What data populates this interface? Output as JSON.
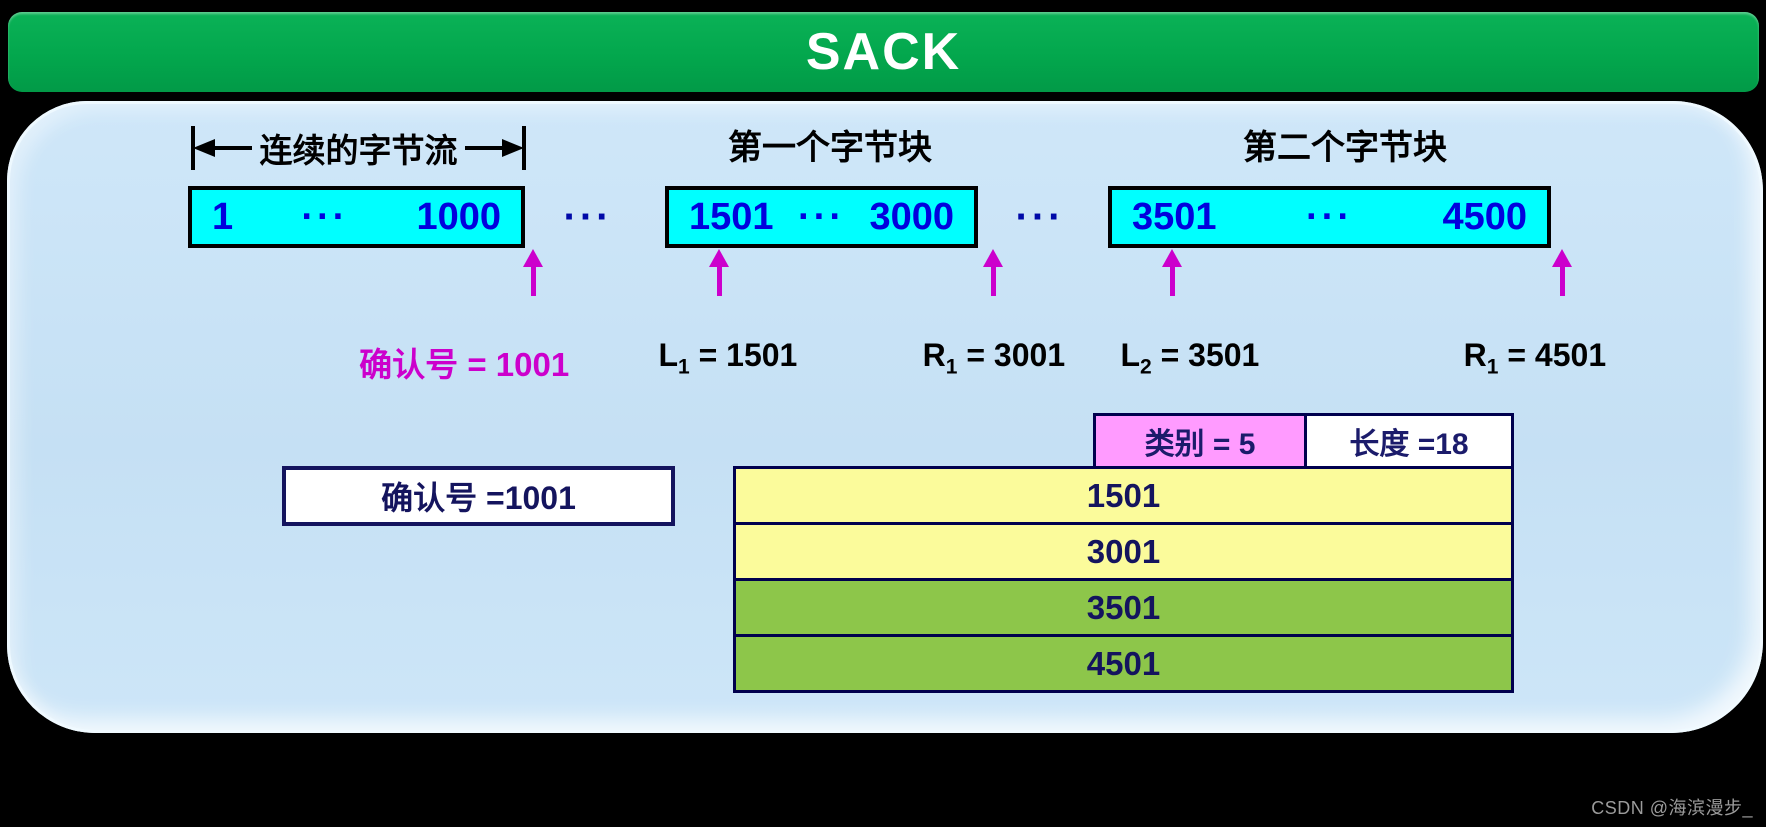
{
  "title": "SACK",
  "colors": {
    "header_green": "#03a74d",
    "panel_blue": "#c5e0f4",
    "box_cyan": "#00ffff",
    "number_blue": "#0202dd",
    "magenta": "#cc00cc",
    "navy_text": "#14145e",
    "row_yellow": "#fbfb9b",
    "row_green": "#8dc64a",
    "header_pink": "#ff9bff"
  },
  "stream": {
    "dimension_label": "连续的字节流",
    "block1_label": "第一个字节块",
    "block2_label": "第二个字节块",
    "box1": {
      "start": "1",
      "dots": "···",
      "end": "1000"
    },
    "gap_dots1": "···",
    "box2": {
      "start": "1501",
      "dots": "···",
      "end": "3000"
    },
    "gap_dots2": "···",
    "box3": {
      "start": "3501",
      "dots": "···",
      "end": "4500"
    }
  },
  "pointers": [
    {
      "base": "确认号",
      "sub": "",
      "value": " = 1001"
    },
    {
      "base": "L",
      "sub": "1",
      "value": " = 1501"
    },
    {
      "base": "R",
      "sub": "1",
      "value": " = 3001"
    },
    {
      "base": "L",
      "sub": "2",
      "value": " = 3501"
    },
    {
      "base": "R",
      "sub": "1",
      "value": " = 4501"
    }
  ],
  "sack_option": {
    "type_label": "类别 = 5",
    "length_label": "长度 =18",
    "ack_box_label": "确认号 =1001",
    "rows": [
      "1501",
      "3001",
      "3501",
      "4501"
    ]
  },
  "watermark": "CSDN @海滨漫步_"
}
